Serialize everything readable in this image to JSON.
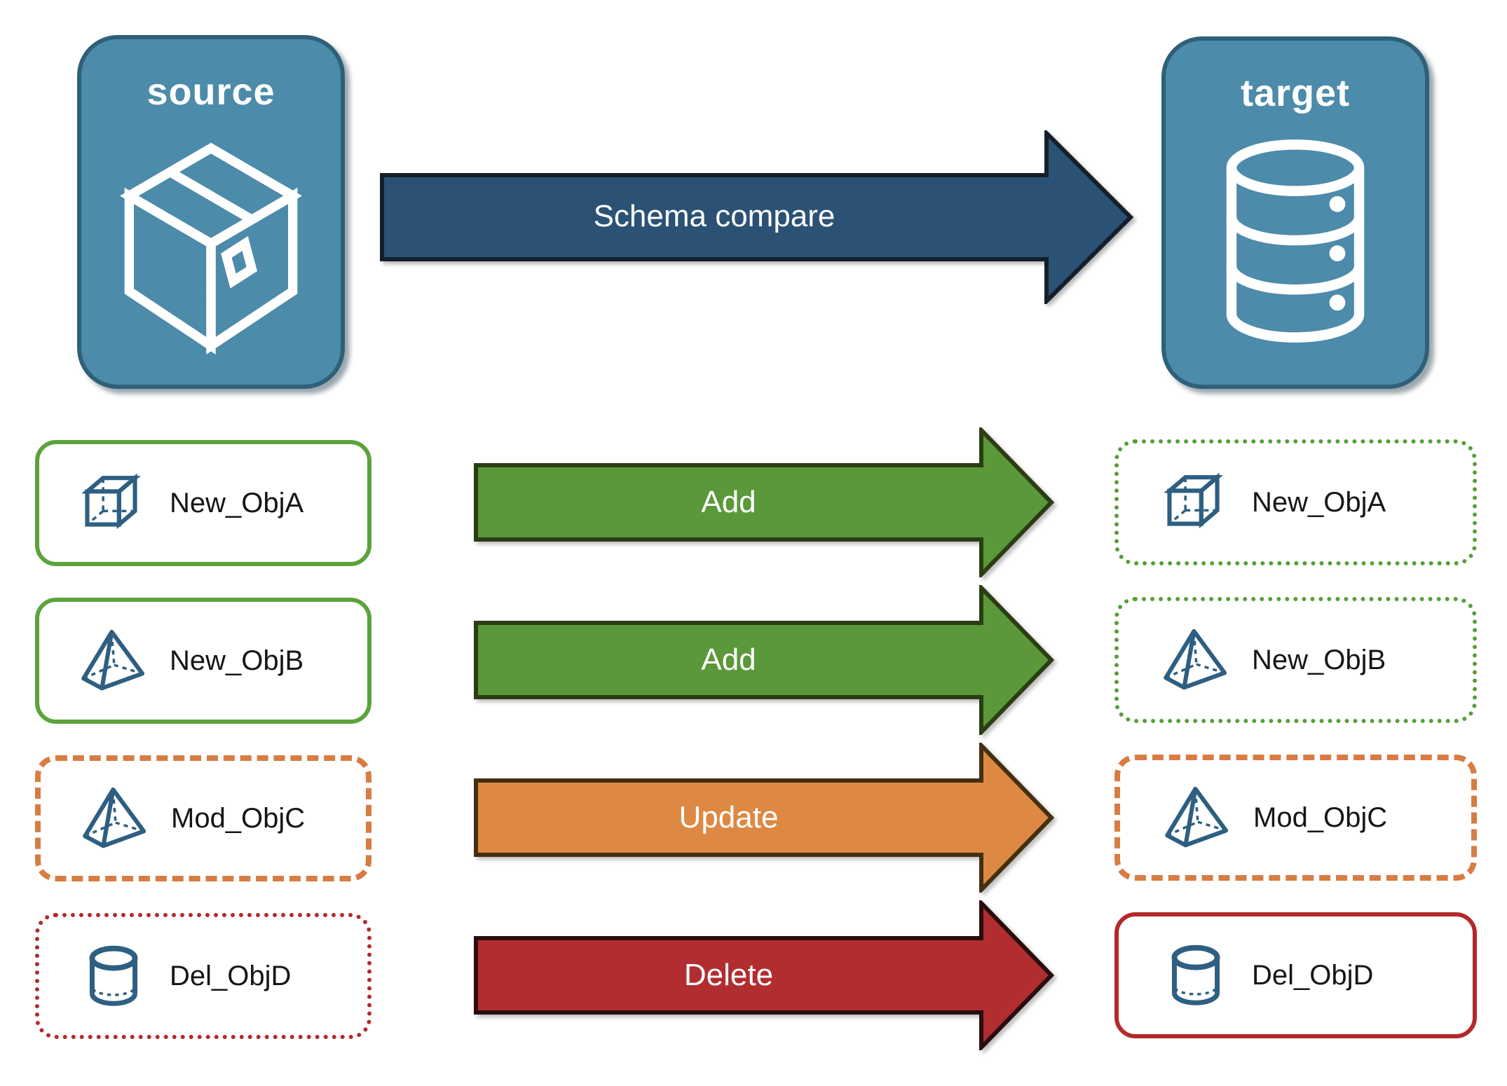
{
  "diagram": {
    "source": {
      "label": "source",
      "icon": "package-icon"
    },
    "target": {
      "label": "target",
      "icon": "database-icon"
    },
    "compare_arrow": {
      "label": "Schema compare"
    }
  },
  "rows": [
    {
      "name": "New_ObjA",
      "action": "Add",
      "icon": "cube-icon",
      "source_box_style": "green-solid",
      "target_box_style": "green-dotted"
    },
    {
      "name": "New_ObjB",
      "action": "Add",
      "icon": "pyramid-icon",
      "source_box_style": "green-solid",
      "target_box_style": "green-dotted"
    },
    {
      "name": "Mod_ObjC",
      "action": "Update",
      "icon": "pyramid-icon",
      "source_box_style": "orange-dashed",
      "target_box_style": "orange-dashed"
    },
    {
      "name": "Del_ObjD",
      "action": "Delete",
      "icon": "cylinder-icon",
      "source_box_style": "red-dotted",
      "target_box_style": "red-solid"
    }
  ],
  "colors": {
    "node_fill": "#4C8BA9",
    "node_border": "#2F6078",
    "compare_arrow_fill": "#2B5274",
    "compare_arrow_border": "#141F2B",
    "add_arrow_fill": "#5A9839",
    "add_arrow_border": "#2B3D13",
    "update_arrow_fill": "#DD8943",
    "update_arrow_border": "#442F10",
    "delete_arrow_fill": "#B22D30",
    "delete_arrow_border": "#2A0E0F",
    "green_box_border": "#5BA33B",
    "orange_box_border": "#D87C42",
    "red_box_border": "#B3292B",
    "icon_blue": "#2E5F82",
    "label_text": "#161616",
    "arrow_text": "#FFFFFF"
  }
}
